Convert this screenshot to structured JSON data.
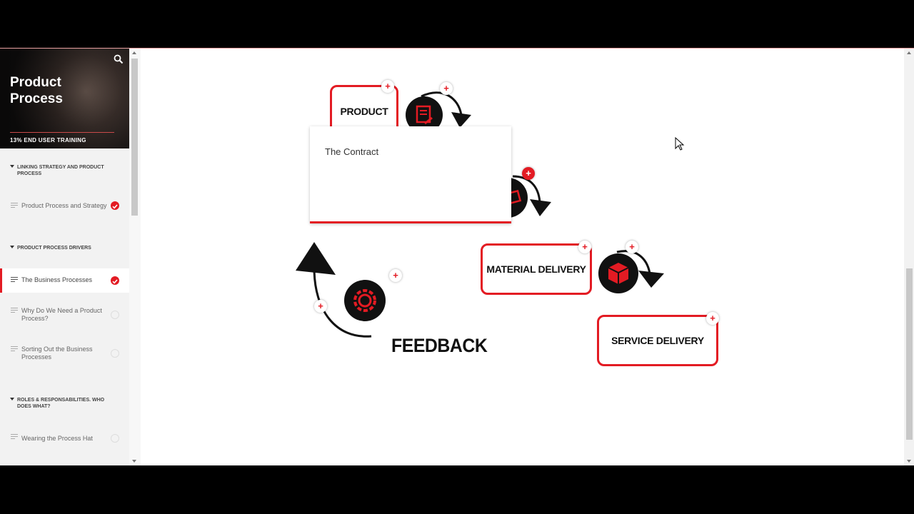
{
  "sidebar": {
    "title": "Product Process",
    "subtitle": "13% END USER TRAINING",
    "search_icon": "search-icon",
    "sections": [
      {
        "heading": "LINKING STRATEGY AND PRODUCT PROCESS",
        "items": [
          {
            "label": "Product Process and Strategy",
            "status": "complete"
          }
        ]
      },
      {
        "heading": "PRODUCT PROCESS DRIVERS",
        "items": [
          {
            "label": "The Business Processes",
            "status": "complete",
            "active": true
          },
          {
            "label": "Why Do We Need a Product Process?",
            "status": "incomplete"
          },
          {
            "label": "Sorting Out the Business Processes",
            "status": "incomplete"
          }
        ]
      },
      {
        "heading": "ROLES & RESPONSABILITIES. WHO DOES WHAT?",
        "items": [
          {
            "label": "Wearing the Process Hat",
            "status": "incomplete"
          }
        ]
      }
    ]
  },
  "diagram": {
    "boxes": {
      "product": "PRODUCT",
      "material_delivery": "MATERIAL DELIVERY",
      "service_delivery": "SERVICE DELIVERY",
      "feedback": "FEEDBACK"
    },
    "popup_title": "The Contract",
    "hotspot_symbol": "+",
    "accent_color": "#e31b23"
  }
}
